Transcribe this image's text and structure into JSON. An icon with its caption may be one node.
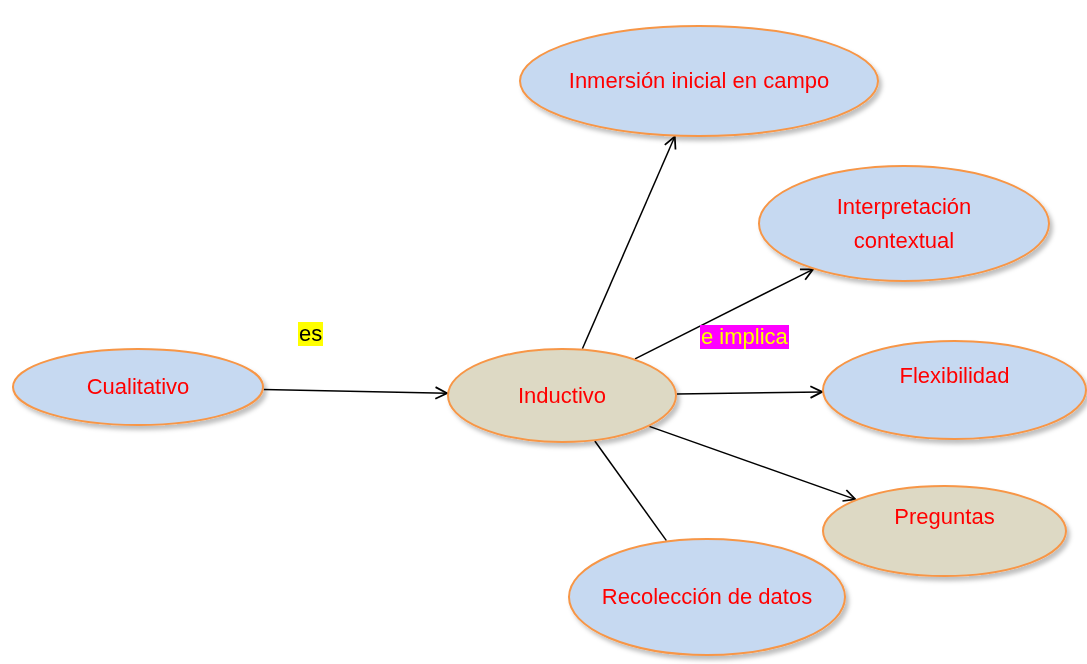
{
  "diagram": {
    "nodes": [
      {
        "text": [
          "Cualitativo"
        ]
      },
      {
        "text": [
          "Inductivo"
        ]
      },
      {
        "text": [
          "Inmersión inicial en campo"
        ]
      },
      {
        "text": [
          "Interpretación contextual"
        ]
      },
      {
        "text": [
          "Flexibilidad"
        ]
      },
      {
        "text": [
          "Preguntas"
        ]
      },
      {
        "text": [
          "Recolección de datos"
        ]
      }
    ],
    "edges": [
      {
        "from": 0,
        "to": 1,
        "arrow": "to",
        "label": "es"
      },
      {
        "from": 1,
        "to": 2,
        "arrow": "to"
      },
      {
        "from": 1,
        "to": 3,
        "arrow": "to",
        "label": "e implica"
      },
      {
        "from": 1,
        "to": 4,
        "arrow": "to"
      },
      {
        "from": 1,
        "to": 5,
        "arrow": "to"
      },
      {
        "from": 1,
        "to": 6,
        "arrow": "none"
      }
    ]
  }
}
